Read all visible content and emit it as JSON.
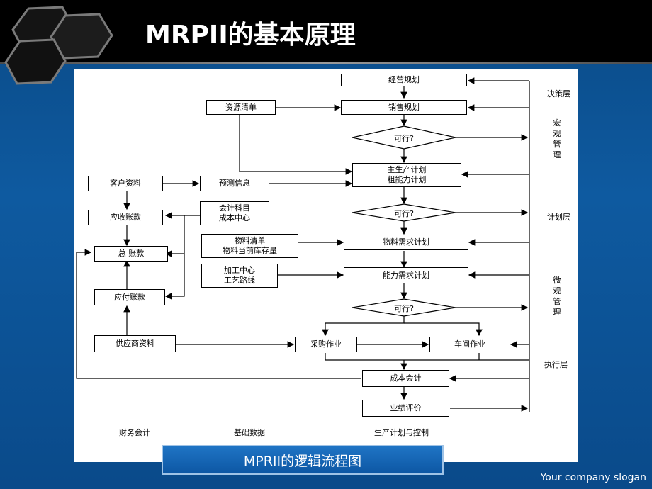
{
  "slide": {
    "title": "MRPII的基本原理",
    "caption": "MPRII的逻辑流程图",
    "slogan": "Your company slogan"
  },
  "diagram": {
    "boxes": {
      "jingying": "经营规划",
      "xiaoshou": "销售规划",
      "ziyuan": "资源清单",
      "zhujihua_1": "主生产计划",
      "zhujihua_2": "粗能力计划",
      "kehu": "客户资料",
      "yuce": "预测信息",
      "yingshou": "应收账款",
      "kuaiji_1": "会计科目",
      "kuaiji_2": "成本中心",
      "wuliao_1": "物料清单",
      "wuliao_2": "物料当前库存量",
      "wuliaoxuqiu": "物料需求计划",
      "zongzhang": "总 账款",
      "jiagong_1": "加工中心",
      "jiagong_2": "工艺路线",
      "nengli": "能力需求计划",
      "yingfu": "应付账款",
      "gongying": "供应商资料",
      "caigou": "采购作业",
      "chejian": "车间作业",
      "chengben": "成本会计",
      "yeji": "业绩评价"
    },
    "decisions": [
      "可行?",
      "可行?",
      "可行?"
    ],
    "layers": {
      "juece": "决策层",
      "hongguan": [
        "宏",
        "观",
        "管",
        "理"
      ],
      "jihua": "计划层",
      "weiguan": [
        "微",
        "观",
        "管",
        "理"
      ],
      "zhixing": "执行层"
    },
    "footer": {
      "caiwu": "财务会计",
      "jichu": "基础数据",
      "shengchan": "生产计划与控制"
    }
  },
  "colors": {
    "background": "#0e5aa0",
    "header": "#000000",
    "caption_border": "#9fc3e6"
  }
}
